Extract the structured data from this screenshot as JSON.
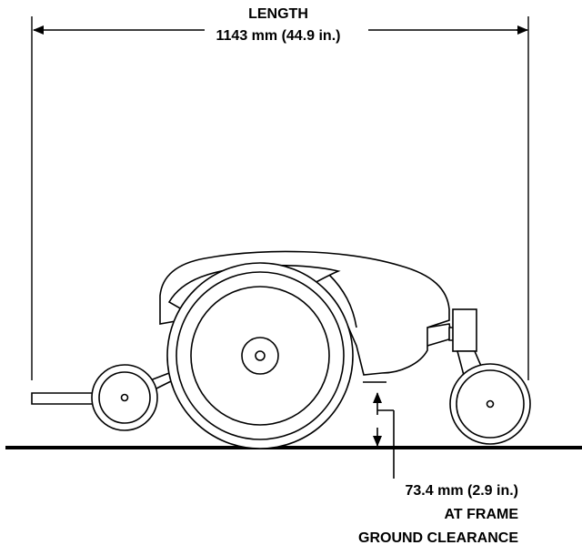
{
  "length": {
    "title": "LENGTH",
    "value": "1143 mm (44.9 in.)"
  },
  "ground_clearance": {
    "value": "73.4 mm (2.9 in.)",
    "line2": "AT FRAME",
    "line3": "GROUND CLEARANCE"
  },
  "colors": {
    "line": "#000000",
    "background": "#ffffff"
  }
}
